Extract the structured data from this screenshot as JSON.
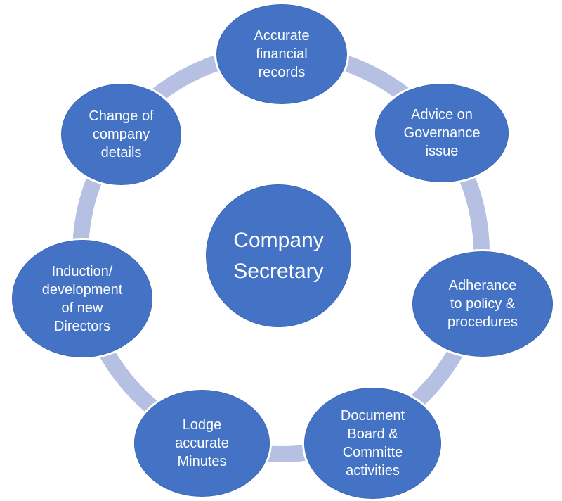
{
  "colors": {
    "node_fill": "#4472C4",
    "node_edge": "#3D68B8",
    "ring": "#B5C0E2",
    "text": "#FFFFFF",
    "background": "#FFFFFF"
  },
  "diagram": {
    "type": "cycle",
    "center": {
      "label": "Company Secretary"
    },
    "nodes": [
      {
        "id": "accurate-financial-records",
        "position": "top",
        "label": "Accurate financial records"
      },
      {
        "id": "advice-on-governance-issue",
        "position": "top-right",
        "label": "Advice on Governance issue"
      },
      {
        "id": "adherance-to-policy",
        "position": "right",
        "label": "Adherance to policy & procedures"
      },
      {
        "id": "document-board-committe",
        "position": "bottom-right",
        "label": "Document Board & Committe activities"
      },
      {
        "id": "lodge-accurate-minutes",
        "position": "bottom",
        "label": "Lodge accurate Minutes"
      },
      {
        "id": "induction-development",
        "position": "left",
        "label": "Induction/\ndevelopment of new Directors"
      },
      {
        "id": "change-of-company-details",
        "position": "top-left",
        "label": "Change of company details"
      }
    ]
  }
}
